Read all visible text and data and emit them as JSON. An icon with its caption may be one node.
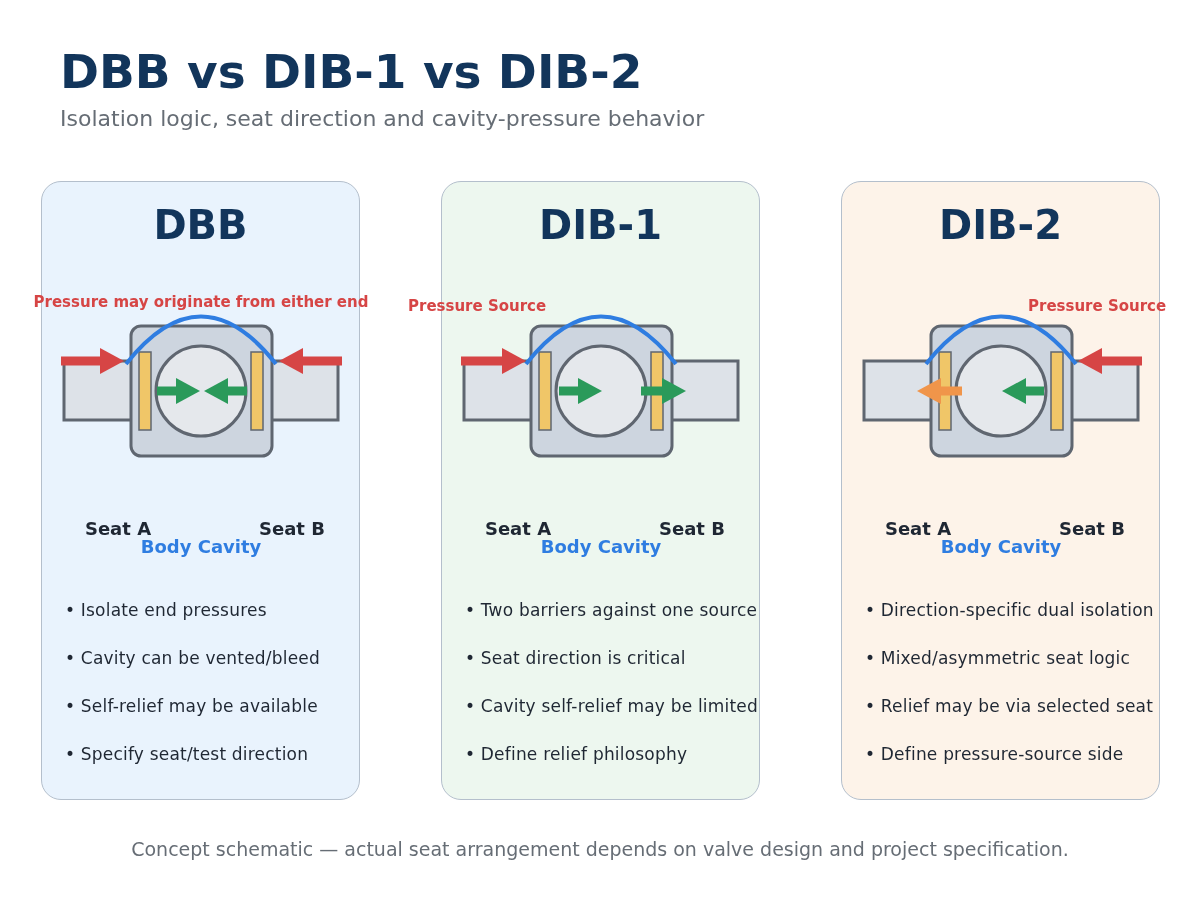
{
  "diagram": {
    "title": "DBB vs DIB-1 vs DIB-2",
    "caption": "Concept schematic — actual seat arrangement depends on valve design and project specification.",
    "nodes": [
      {
        "text": [
          "DBB",
          "• Isolate end pressures",
          "• Cavity can be vented/bleed",
          "• Self-relief may be available",
          "• Specify seat/test direction"
        ]
      },
      {
        "text": [
          "DIB-1",
          "• Two barriers against one source",
          "• Seat direction is critical",
          "• Cavity self-relief may be limited",
          "• Define relief philosophy"
        ]
      },
      {
        "text": [
          "DIB-2",
          "• Direction-specific dual isolation",
          "• Mixed/asymmetric seat logic",
          "• Relief may be via selected seat",
          "• Define pressure-source side"
        ]
      }
    ],
    "labels": [
      "Isolation logic, seat direction and cavity-pressure behavior",
      "Pressure may originate from either end",
      "Seat A",
      "Seat B",
      "Body Cavity",
      "Pressure Source",
      "Seat A",
      "Seat B",
      "Body Cavity",
      "Pressure Source",
      "Seat A",
      "Seat B",
      "Body Cavity"
    ]
  }
}
